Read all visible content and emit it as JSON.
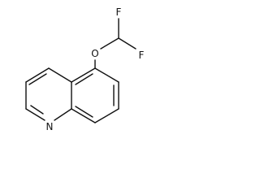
{
  "molecule": {
    "atoms": {
      "oxygen": "O",
      "fluorine_top": "F",
      "fluorine_right": "F",
      "nitrogen": "N"
    },
    "colors": {
      "ink": "#111111",
      "background": "#ffffff"
    }
  }
}
